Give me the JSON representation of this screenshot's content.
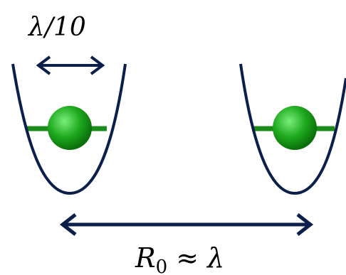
{
  "labels": {
    "width_label": "λ/10",
    "separation_label_main": "R",
    "separation_label_sub": "0",
    "separation_label_rest": " ≈ λ"
  },
  "colors": {
    "well_stroke": "#0b1f4a",
    "arrow": "#0b1f4a",
    "atom_fill_center": "#4fd84f",
    "atom_fill_edge": "#0a7f0a",
    "level_line": "#1b8c1b"
  },
  "icons": {
    "atom": "green-sphere",
    "well": "parabolic-potential-well"
  }
}
